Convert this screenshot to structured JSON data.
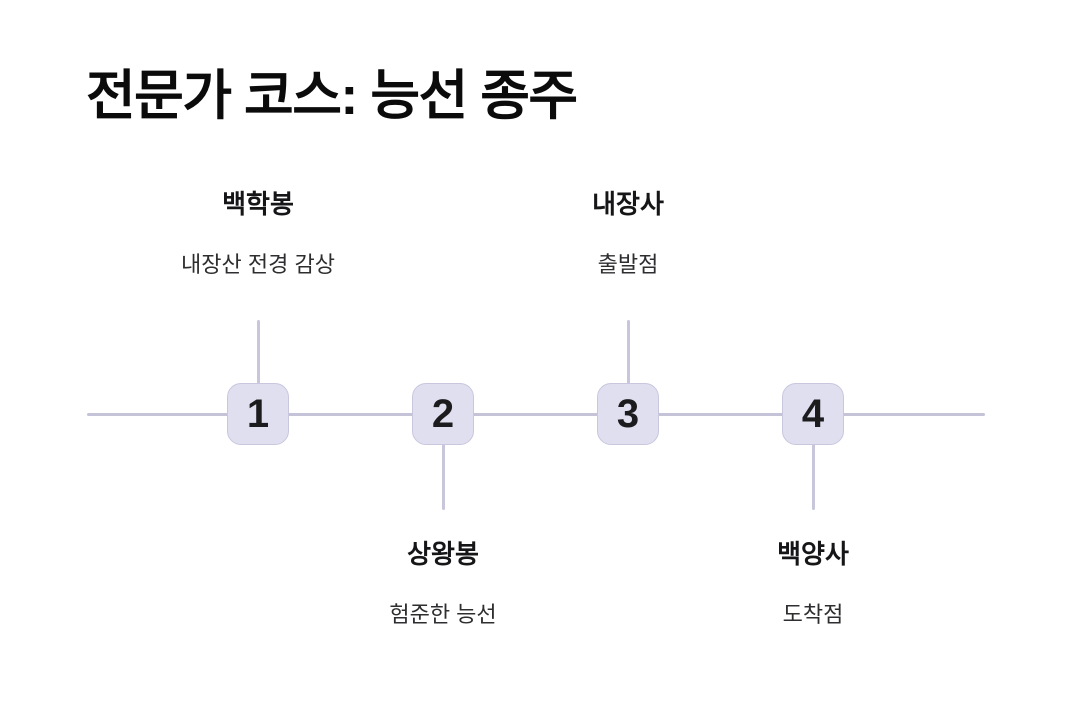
{
  "page": {
    "title": "전문가 코스: 능선 종주",
    "background_color": "#ffffff",
    "title_color": "#0b0b0c"
  },
  "timeline": {
    "orientation": "horizontal",
    "line_color": "#c5c3d8",
    "node_fill_color": "#dfdff0",
    "node_border_color": "#c9c7de",
    "node_number_color": "#1c1c1e",
    "steps": [
      {
        "number": "1",
        "title": "백학봉",
        "subtitle": "내장산 전경 감상",
        "label_position": "above"
      },
      {
        "number": "2",
        "title": "상왕봉",
        "subtitle": "험준한 능선",
        "label_position": "below"
      },
      {
        "number": "3",
        "title": "내장사",
        "subtitle": "출발점",
        "label_position": "above"
      },
      {
        "number": "4",
        "title": "백양사",
        "subtitle": "도착점",
        "label_position": "below"
      }
    ]
  }
}
